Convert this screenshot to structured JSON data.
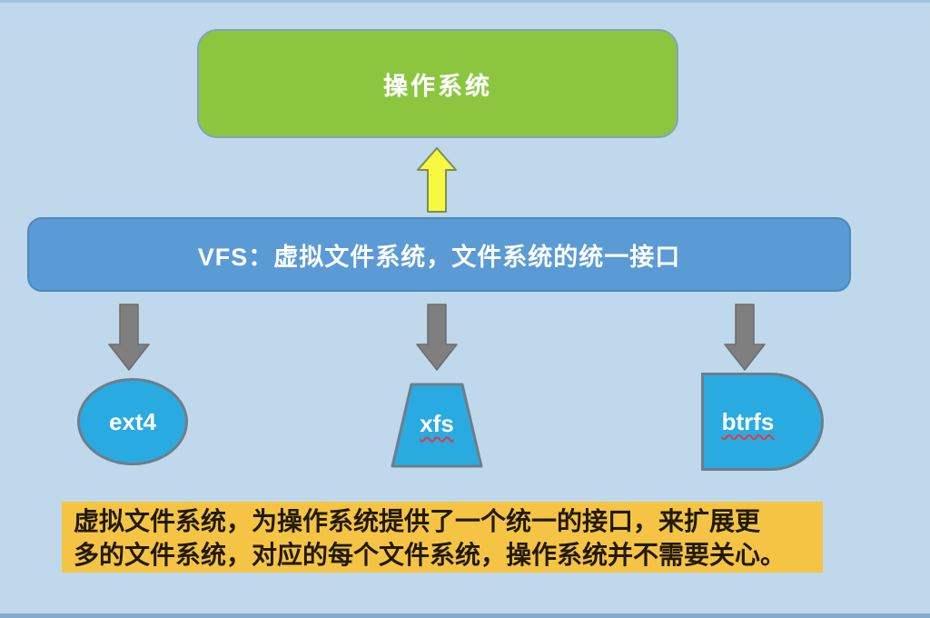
{
  "diagram": {
    "os_box": {
      "label": "操作系统"
    },
    "vfs_box": {
      "label": "VFS：虚拟文件系统，文件系统的统一接口"
    },
    "filesystems": [
      {
        "label": "ext4",
        "shape": "ellipse"
      },
      {
        "label": "xfs",
        "shape": "trapezoid"
      },
      {
        "label": "btrfs",
        "shape": "half-round"
      }
    ],
    "note": {
      "line1": "虚拟文件系统，为操作系统提供了一个统一的接口，来扩展更",
      "line2": "多的文件系统，对应的每个文件系统，操作系统并不需要关心。"
    },
    "colors": {
      "background": "#BFD8EB",
      "os_box_fill": "#8CC63F",
      "vfs_box_fill": "#5B9BD5",
      "filesystem_fill": "#29ABE2",
      "up_arrow_fill": "#F8F840",
      "down_arrow_fill": "#7F7F7F",
      "note_fill": "#F5C445",
      "spellcheck_underline": "#E03A3A"
    }
  }
}
